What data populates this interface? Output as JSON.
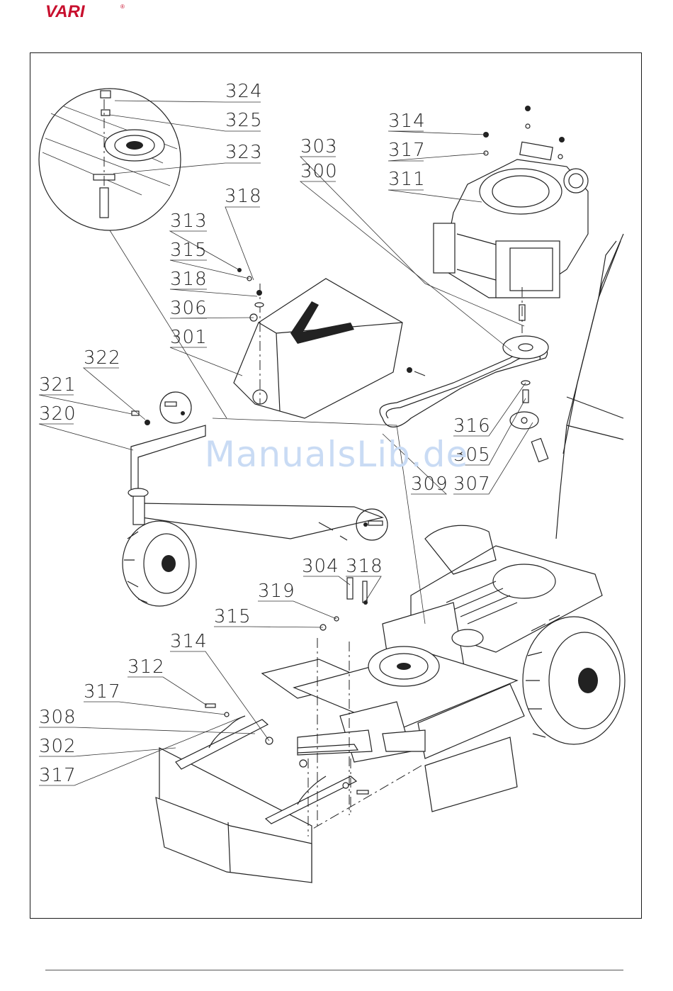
{
  "brand": {
    "logo_text": "VARI",
    "logo_mark": "®",
    "color": "#c8102e"
  },
  "watermark": "ManualsLib.de",
  "callouts": [
    {
      "id": "c324",
      "label": "324"
    },
    {
      "id": "c325",
      "label": "325"
    },
    {
      "id": "c323",
      "label": "323"
    },
    {
      "id": "c318a",
      "label": "318"
    },
    {
      "id": "c313",
      "label": "313"
    },
    {
      "id": "c315a",
      "label": "315"
    },
    {
      "id": "c318b",
      "label": "318"
    },
    {
      "id": "c306",
      "label": "306"
    },
    {
      "id": "c301",
      "label": "301"
    },
    {
      "id": "c322",
      "label": "322"
    },
    {
      "id": "c321",
      "label": "321"
    },
    {
      "id": "c320",
      "label": "320"
    },
    {
      "id": "c303",
      "label": "303"
    },
    {
      "id": "c300",
      "label": "300"
    },
    {
      "id": "c314a",
      "label": "314"
    },
    {
      "id": "c317a",
      "label": "317"
    },
    {
      "id": "c311",
      "label": "311"
    },
    {
      "id": "c316",
      "label": "316"
    },
    {
      "id": "c305",
      "label": "305"
    },
    {
      "id": "c309",
      "label": "309"
    },
    {
      "id": "c307",
      "label": "307"
    },
    {
      "id": "c304",
      "label": "304"
    },
    {
      "id": "c318c",
      "label": "318"
    },
    {
      "id": "c319",
      "label": "319"
    },
    {
      "id": "c315b",
      "label": "315"
    },
    {
      "id": "c314b",
      "label": "314"
    },
    {
      "id": "c312",
      "label": "312"
    },
    {
      "id": "c317b",
      "label": "317"
    },
    {
      "id": "c308",
      "label": "308"
    },
    {
      "id": "c302",
      "label": "302"
    },
    {
      "id": "c317c",
      "label": "317"
    }
  ]
}
